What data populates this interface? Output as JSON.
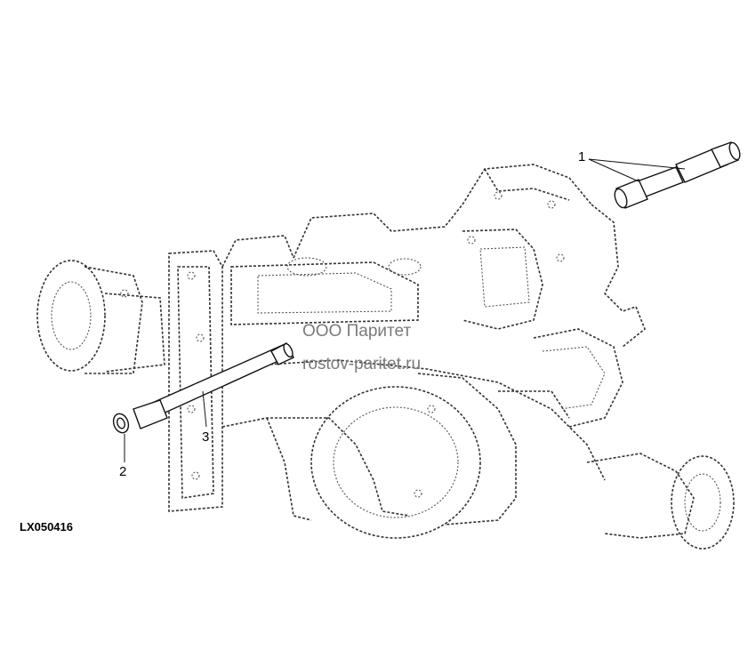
{
  "diagram": {
    "callouts": [
      {
        "id": "callout-1",
        "label": "1"
      },
      {
        "id": "callout-2",
        "label": "2"
      },
      {
        "id": "callout-3",
        "label": "3"
      }
    ],
    "watermark": {
      "line1": "ООО Паритет",
      "line2": "rostov-paritet.ru"
    },
    "figure_id": "LX050416"
  }
}
